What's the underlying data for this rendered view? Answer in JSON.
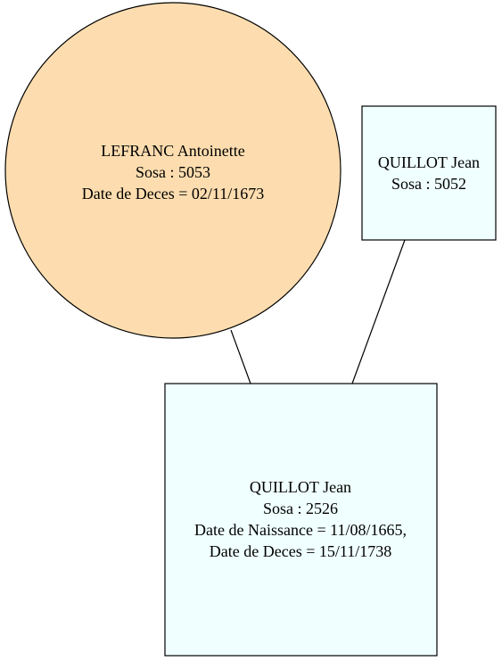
{
  "colors": {
    "female_fill": "#fdddaf",
    "male_fill": "#f0ffff",
    "stroke": "#000000",
    "background": "#ffffff"
  },
  "nodes": {
    "mother": {
      "shape": "circle",
      "name": "LEFRANC Antoinette",
      "sosa": "Sosa : 5053",
      "death": "Date de Deces = 02/11/1673"
    },
    "father": {
      "shape": "box",
      "name": "QUILLOT Jean",
      "sosa": "Sosa : 5052"
    },
    "child": {
      "shape": "box",
      "name": "QUILLOT Jean",
      "sosa": "Sosa : 2526",
      "birth": "Date de Naissance = 11/08/1665,",
      "death": "Date de Deces = 15/11/1738"
    }
  }
}
